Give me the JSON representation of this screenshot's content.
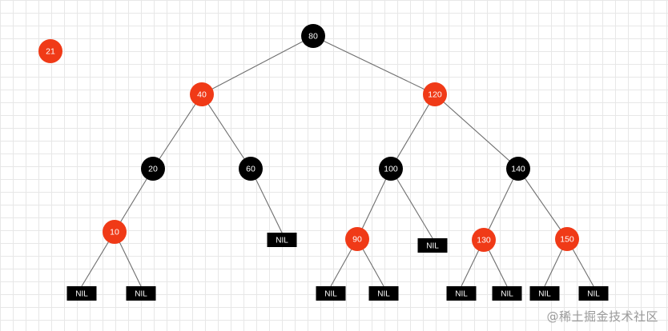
{
  "diagram": {
    "red_color": "#f03a17",
    "black_color": "#000000",
    "stray_node": {
      "label": "21",
      "color": "red"
    },
    "root": {
      "label": "80",
      "color": "black",
      "children": [
        {
          "label": "40",
          "color": "red",
          "children": [
            {
              "label": "20",
              "color": "black",
              "children": [
                {
                  "label": "10",
                  "color": "red",
                  "children": [
                    {
                      "label": "NIL",
                      "color": "nil"
                    },
                    {
                      "label": "NIL",
                      "color": "nil"
                    }
                  ]
                }
              ]
            },
            {
              "label": "60",
              "color": "black",
              "children": [
                {
                  "label": "NIL",
                  "color": "nil"
                }
              ]
            }
          ]
        },
        {
          "label": "120",
          "color": "red",
          "children": [
            {
              "label": "100",
              "color": "black",
              "children": [
                {
                  "label": "90",
                  "color": "red",
                  "children": [
                    {
                      "label": "NIL",
                      "color": "nil"
                    },
                    {
                      "label": "NIL",
                      "color": "nil"
                    }
                  ]
                },
                {
                  "label": "NIL",
                  "color": "nil"
                }
              ]
            },
            {
              "label": "140",
              "color": "black",
              "children": [
                {
                  "label": "130",
                  "color": "red",
                  "children": [
                    {
                      "label": "NIL",
                      "color": "nil"
                    },
                    {
                      "label": "NIL",
                      "color": "nil"
                    }
                  ]
                },
                {
                  "label": "150",
                  "color": "red",
                  "children": [
                    {
                      "label": "NIL",
                      "color": "nil"
                    },
                    {
                      "label": "NIL",
                      "color": "nil"
                    }
                  ]
                }
              ]
            }
          ]
        }
      ]
    }
  },
  "watermark": "@稀土掘金技术社区"
}
